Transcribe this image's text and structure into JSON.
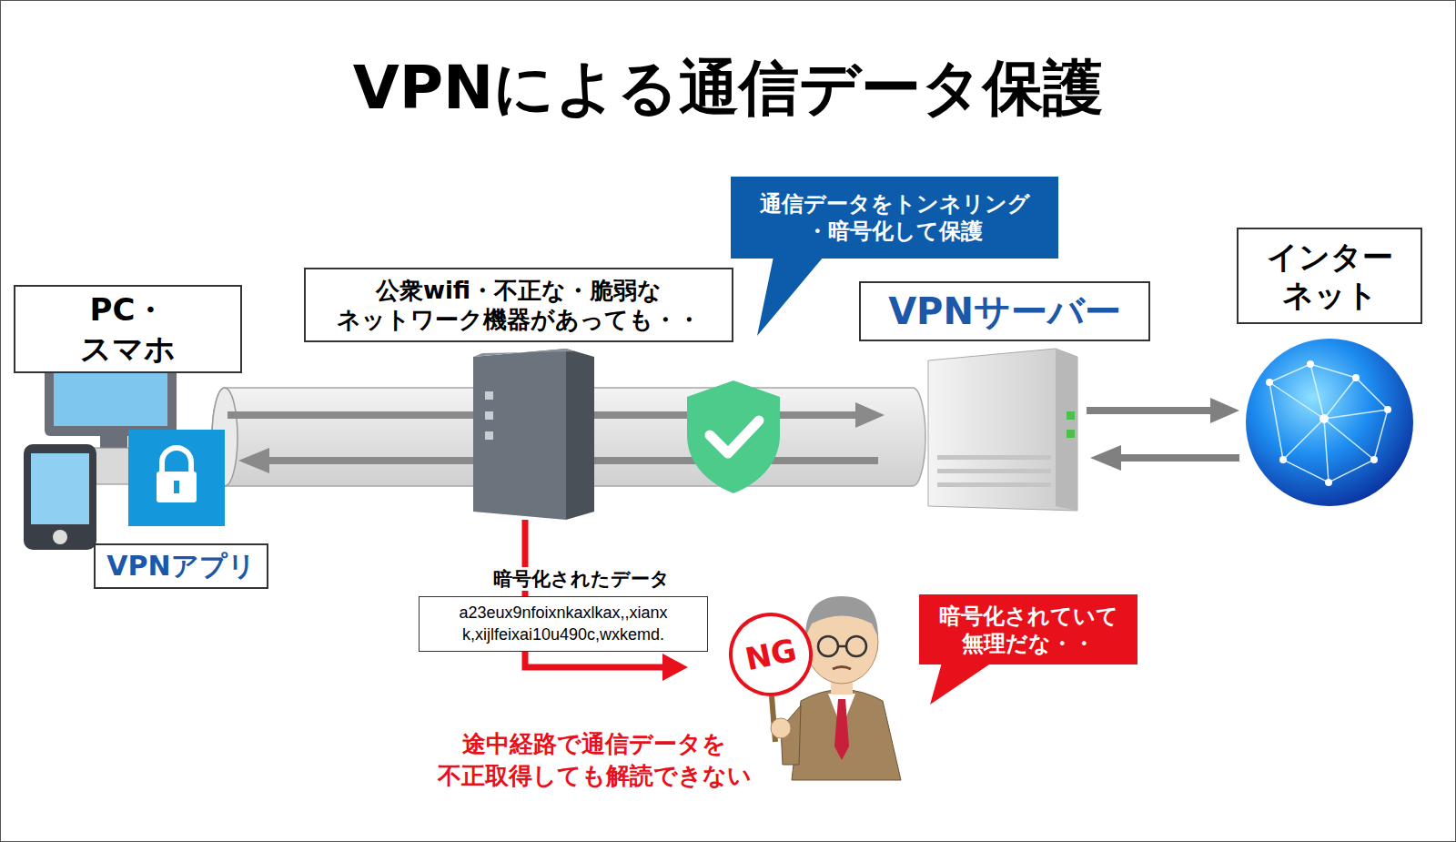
{
  "diagram": {
    "title": "VPNによる通信データ保護",
    "nodes": [
      {
        "text": [
          "PC・スマホ"
        ]
      },
      {
        "text": [
          "公衆wifi・不正な・脆弱な ネットワーク機器があっても・・"
        ]
      },
      {
        "text": [
          "通信データをトンネリング ・暗号化して保護"
        ]
      },
      {
        "text": [
          "VPNサーバー"
        ]
      },
      {
        "text": [
          "インター ネット"
        ]
      },
      {
        "text": [
          "VPNアプリ"
        ]
      },
      {
        "text": [
          "暗号化されたデータ",
          "a23eux9nfoixnkaxlkax,,xianx k,xijlfeixai10u490c,wxkemd."
        ]
      },
      {
        "text": [
          "NG"
        ]
      },
      {
        "text": [
          "暗号化されていて 無理だな・・"
        ]
      }
    ],
    "labels": [
      "途中経路で通信データを 不正取得しても解読できない"
    ]
  }
}
